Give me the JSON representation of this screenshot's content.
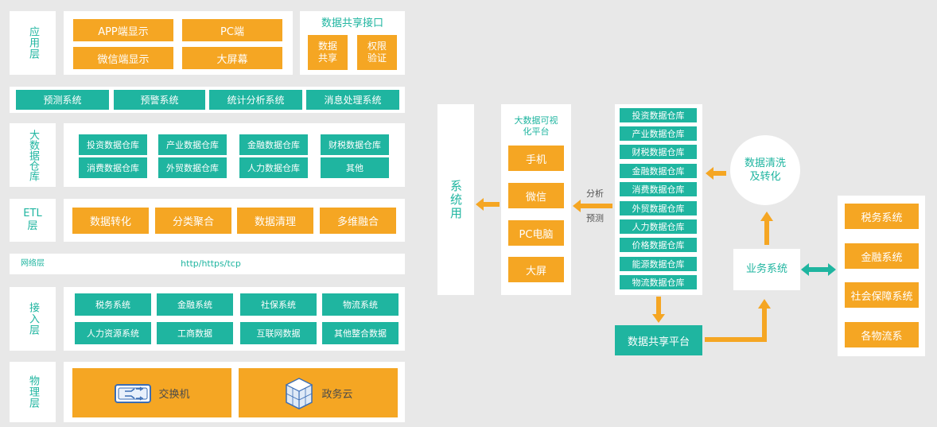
{
  "left": {
    "app_layer": {
      "label": "应用层",
      "boxes": [
        "APP端显示",
        "PC端",
        "微信端显示",
        "大屏幕"
      ]
    },
    "share_interface": {
      "title": "数据共享接口",
      "boxes": [
        "数据共享",
        "权限验证"
      ]
    },
    "systems_row": [
      "预测系统",
      "预警系统",
      "统计分析系统",
      "消息处理系统"
    ],
    "warehouse_layer": {
      "label": "大数据仓库",
      "boxes": [
        "投资数据仓库",
        "产业数据仓库",
        "金融数据仓库",
        "财税数据仓库",
        "消费数据仓库",
        "外贸数据仓库",
        "人力数据仓库",
        "其他"
      ]
    },
    "etl_layer": {
      "label": "ETL层",
      "boxes": [
        "数据转化",
        "分类聚合",
        "数据清理",
        "多维融合"
      ]
    },
    "network_layer": {
      "label": "网络层",
      "protocol": "http/https/tcp"
    },
    "access_layer": {
      "label": "接入层",
      "boxes": [
        "税务系统",
        "金融系统",
        "社保系统",
        "物流系统",
        "人力资源系统",
        "工商数据",
        "互联网数据",
        "其他整合数据"
      ]
    },
    "physical_layer": {
      "label": "物理层",
      "switch": "交换机",
      "cloud": "政务云"
    }
  },
  "right": {
    "system_use": "系统用",
    "viz": {
      "title": "大数据可视化平台",
      "items": [
        "手机",
        "微信",
        "PC电脑",
        "大屏"
      ]
    },
    "edge_analysis": "分析",
    "edge_predict": "预测",
    "warehouses": [
      "投资数据仓库",
      "产业数据仓库",
      "财税数据仓库",
      "金融数据仓库",
      "消费数据仓库",
      "外贸数据仓库",
      "人力数据仓库",
      "价格数据仓库",
      "能源数据仓库",
      "物流数据仓库"
    ],
    "cleaning": "数据清洗及转化",
    "business": "业务系统",
    "share_platform": "数据共享平台",
    "ext_systems": [
      "税务系统",
      "金融系统",
      "社会保障系统",
      "各物流系"
    ]
  },
  "colors": {
    "orange": "#f5a623",
    "teal": "#1fb5a0",
    "white": "#ffffff",
    "background": "#e8e8e8"
  },
  "icons": [
    "switch-icon",
    "cloud-server-icon"
  ]
}
